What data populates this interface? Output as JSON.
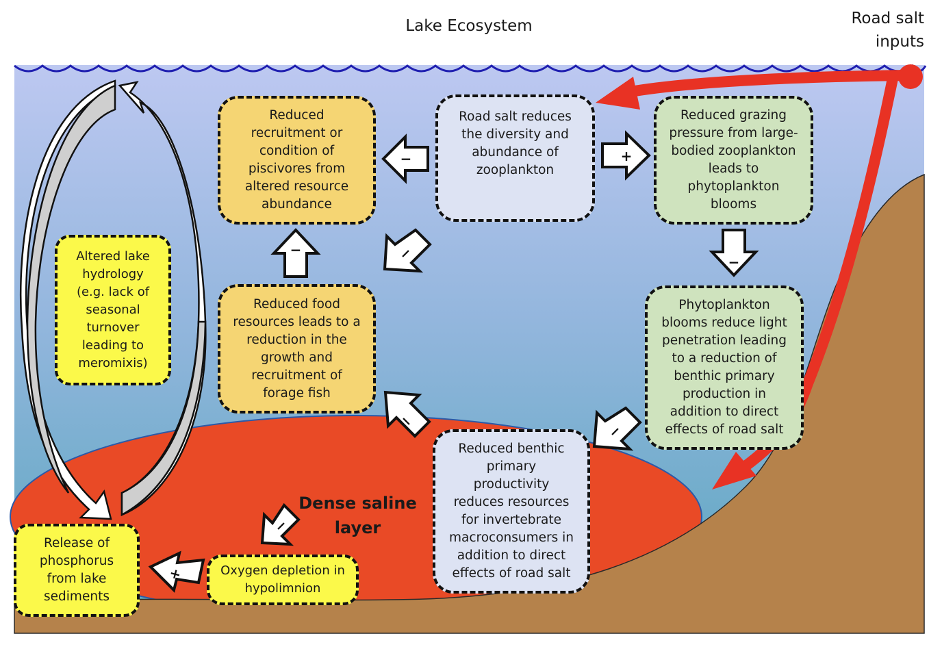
{
  "diagram": {
    "title": "Lake Ecosystem",
    "input_label": "Road salt\ninputs",
    "layer_label": "Dense saline\nlayer",
    "colors": {
      "sky_top": "#bcc8f0",
      "water_bottom": "#5fa9c4",
      "wave_line": "#1f1fb0",
      "saline_layer": "#e94a26",
      "sediment": "#b5824b",
      "road_salt_arrow": "#e83224",
      "box_orange": "#f5d573",
      "box_lavender": "#dde3f3",
      "box_green": "#cfe3be",
      "box_yellow": "#fbf94a"
    },
    "boxes": {
      "zooplankton": "Road salt reduces\nthe diversity and\nabundance of\nzooplankton",
      "piscivores": "Reduced\nrecruitment or\ncondition of\npiscivores from\naltered resource\nabundance",
      "grazing": "Reduced grazing\npressure from large-\nbodied zooplankton\nleads to\nphytoplankton\nblooms",
      "hydrology": "Altered lake\nhydrology\n(e.g. lack of\nseasonal\nturnover\nleading to\nmeromixis)",
      "forage_fish": "Reduced food\nresources leads to a\nreduction in the\ngrowth and\nrecruitment of\nforage fish",
      "phytoplankton": "Phytoplankton\nblooms reduce light\npenetration leading\nto a reduction of\nbenthic primary\nproduction in\naddition to direct\neffects of road salt",
      "benthic": "Reduced benthic\nprimary\nproductivity\nreduces resources\nfor invertebrate\nmacroconsumers in\naddition to direct\neffects of road salt",
      "phosphorus": "Release of\nphosphorus\nfrom lake\nsediments",
      "oxygen": "Oxygen depletion in\nhypolimnion"
    },
    "effects": {
      "zooplankton_to_piscivores": "−",
      "zooplankton_to_grazing": "+",
      "zooplankton_to_forage_fish": "−",
      "forage_fish_to_piscivores": "−",
      "grazing_to_phytoplankton": "−",
      "phytoplankton_to_benthic": "−",
      "benthic_to_forage_fish": "−",
      "saline_layer_to_oxygen": "−",
      "oxygen_to_phosphorus": "+"
    }
  }
}
